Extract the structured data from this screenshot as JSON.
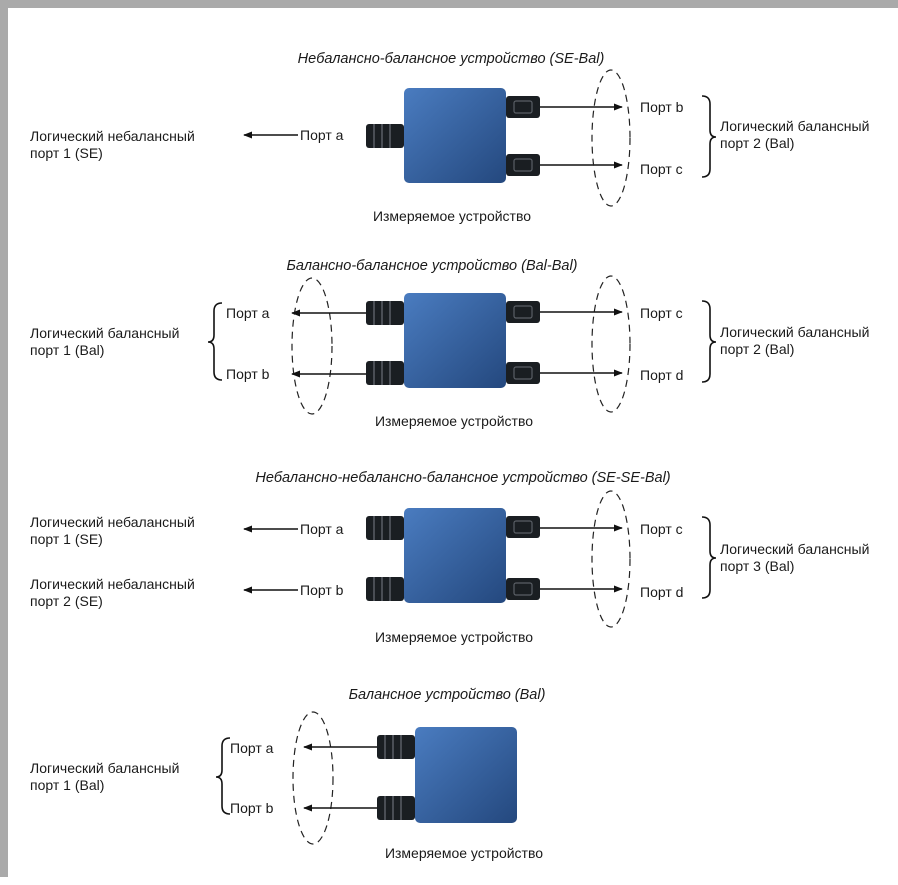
{
  "colors": {
    "frame": "#aaaaaa",
    "device_body": "#2f5a9a",
    "device_highlight": "#4a7cc0",
    "connector": "#1a1e22"
  },
  "labels": {
    "dut": "Измеряемое устройство"
  },
  "sections": {
    "se_bal": {
      "title": "Небалансно-балансное устройство (SE-Bal)",
      "logical_left": [
        "Логический небалансный",
        "порт 1 (SE)"
      ],
      "logical_right": [
        "Логический балансный",
        "порт 2 (Bal)"
      ],
      "ports": {
        "a": "Порт a",
        "b": "Порт b",
        "c": "Порт c"
      }
    },
    "bal_bal": {
      "title": "Балансно-балансное устройство (Bal-Bal)",
      "logical_left": [
        "Логический балансный",
        "порт 1 (Bal)"
      ],
      "logical_right": [
        "Логический балансный",
        "порт 2 (Bal)"
      ],
      "ports": {
        "a": "Порт a",
        "b": "Порт b",
        "c": "Порт c",
        "d": "Порт d"
      }
    },
    "se_se_bal": {
      "title": "Небалансно-небалансно-балансное устройство (SE-SE-Bal)",
      "logical_left_1": [
        "Логический небалансный",
        "порт 1 (SE)"
      ],
      "logical_left_2": [
        "Логический небалансный",
        "порт 2 (SE)"
      ],
      "logical_right": [
        "Логический балансный",
        "порт 3 (Bal)"
      ],
      "ports": {
        "a": "Порт a",
        "b": "Порт b",
        "c": "Порт c",
        "d": "Порт d"
      }
    },
    "bal": {
      "title": "Балансное устройство (Bal)",
      "logical_left": [
        "Логический балансный",
        "порт 1 (Bal)"
      ],
      "ports": {
        "a": "Порт a",
        "b": "Порт b"
      }
    }
  }
}
